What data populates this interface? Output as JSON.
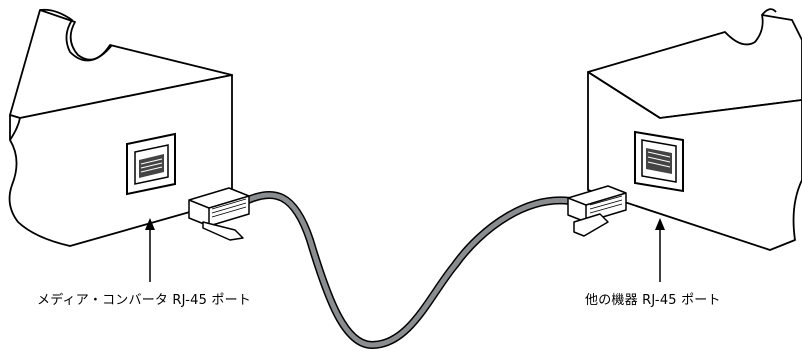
{
  "labels": {
    "left_port": "メディア・コンバータ RJ-45 ポート",
    "right_port": "他の機器 RJ-45 ポート"
  },
  "colors": {
    "line": "#000000",
    "cable": "#8a8d90",
    "background": "#ffffff"
  },
  "icons": {
    "left_device": "media-converter-device",
    "right_device": "other-device",
    "connector": "rj45-plug-icon",
    "arrow": "arrow-up-icon"
  }
}
